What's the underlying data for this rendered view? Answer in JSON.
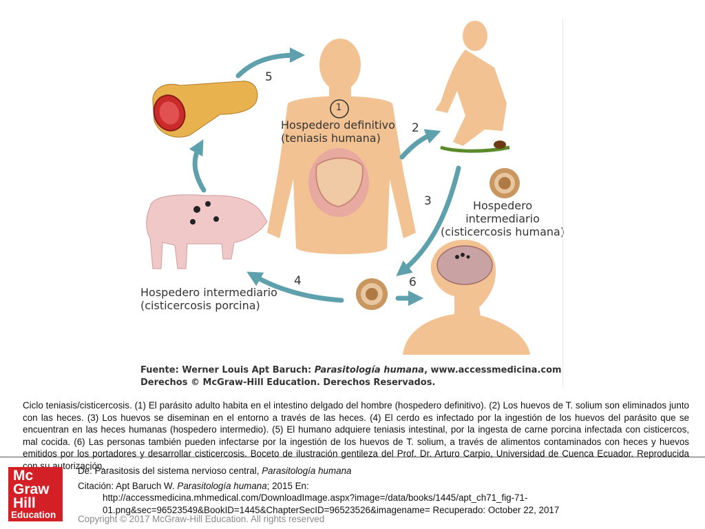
{
  "diagram": {
    "host_definitive": {
      "line1": "Hospedero definitivo",
      "line2": "(teniasis humana)"
    },
    "host_intermediate_human": {
      "line1": "Hospedero",
      "line2": "intermediario",
      "line3": "(cisticercosis humana)"
    },
    "host_intermediate_pig": {
      "line1": "Hospedero intermediario",
      "line2": "(cisticercosis porcina)"
    },
    "steps": [
      "1",
      "2",
      "3",
      "4",
      "5",
      "6"
    ],
    "arrow_color": "#5fa0ad",
    "source": {
      "prefix": "Fuente: Werner Louis Apt Baruch: ",
      "book": "Parasitología humana",
      "suffix": ", www.accessmedicina.com",
      "rights": "Derechos © McGraw-Hill Education. Derechos Reservados."
    }
  },
  "caption": "Ciclo teniasis/cisticercosis. (1) El parásito adulto habita en el intestino delgado del hombre (hospedero definitivo). (2) Los huevos de T. solium son eliminados junto con las heces. (3) Los huevos se diseminan en el entorno a través de las heces. (4) El cerdo es infectado por la ingestión de los huevos del parásito que se encuentran en las heces humanas (hospedero intermedio). (5) El humano adquiere teniasis intestinal, por la ingesta de carne porcina infectada con cisticercos, mal cocida. (6) Las personas también pueden infectarse por la ingestión de los huevos de T. solium, a través de alimentos contaminados con heces y huevos emitidos por los portadores y desarrollar cisticercosis. Boceto de ilustración gentileza del Prof. Dr. Arturo Carpio, Universidad de Cuenca Ecuador. Reproducida con su autorización.",
  "footer": {
    "from_prefix": "De: ",
    "from_title": "Parasitosis del sistema nervioso central, ",
    "from_book": "Parasitología humana",
    "citation_prefix": "Citación: Apt Baruch W. ",
    "citation_book": "Parasitología humana",
    "citation_suffix": "; 2015 En:",
    "url_line1": "http://accessmedicina.mhmedical.com/DownloadImage.aspx?image=/data/books/1445/apt_ch71_fig-71-",
    "url_line2": "01.png&sec=96523549&BookID=1445&ChapterSecID=96523526&imagename= Recuperado: October 22, 2017",
    "copyright": "Copyright © 2017 McGraw-Hill Education. All rights reserved"
  },
  "logo": {
    "line1": "Mc",
    "line2": "Graw",
    "line3": "Hill",
    "line4": "Education",
    "color": "#d32027"
  }
}
